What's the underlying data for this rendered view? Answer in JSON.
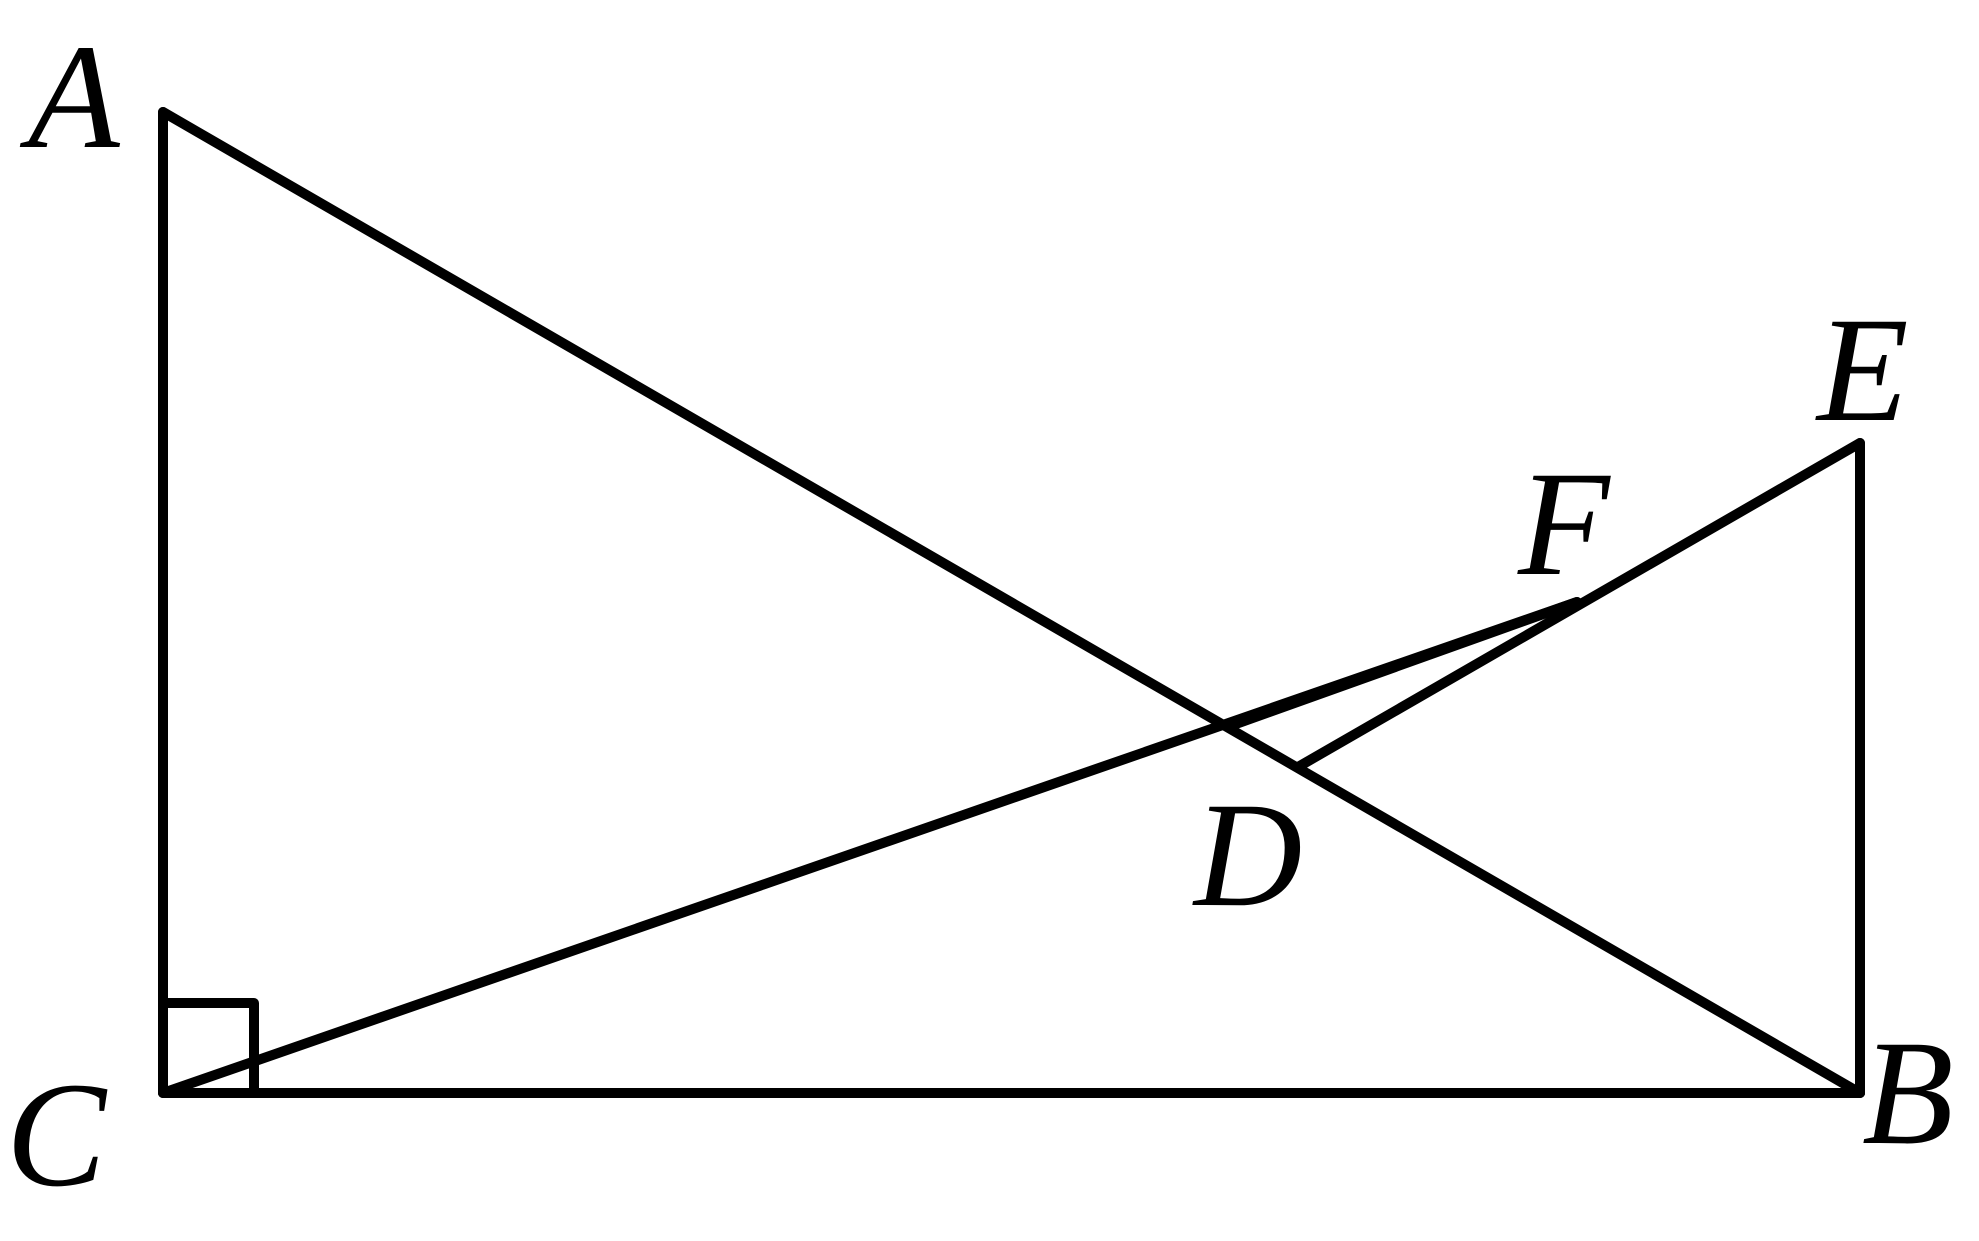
{
  "diagram": {
    "points": {
      "A": {
        "label": "A"
      },
      "B": {
        "label": "B"
      },
      "C": {
        "label": "C"
      },
      "D": {
        "label": "D"
      },
      "E": {
        "label": "E"
      },
      "F": {
        "label": "F"
      }
    },
    "segments": [
      [
        "A",
        "C"
      ],
      [
        "C",
        "B"
      ],
      [
        "A",
        "B"
      ],
      [
        "C",
        "F"
      ],
      [
        "B",
        "E"
      ],
      [
        "E",
        "D"
      ],
      [
        "F",
        "D"
      ]
    ],
    "right_angles": [
      "C"
    ],
    "line_color": "#000000"
  }
}
